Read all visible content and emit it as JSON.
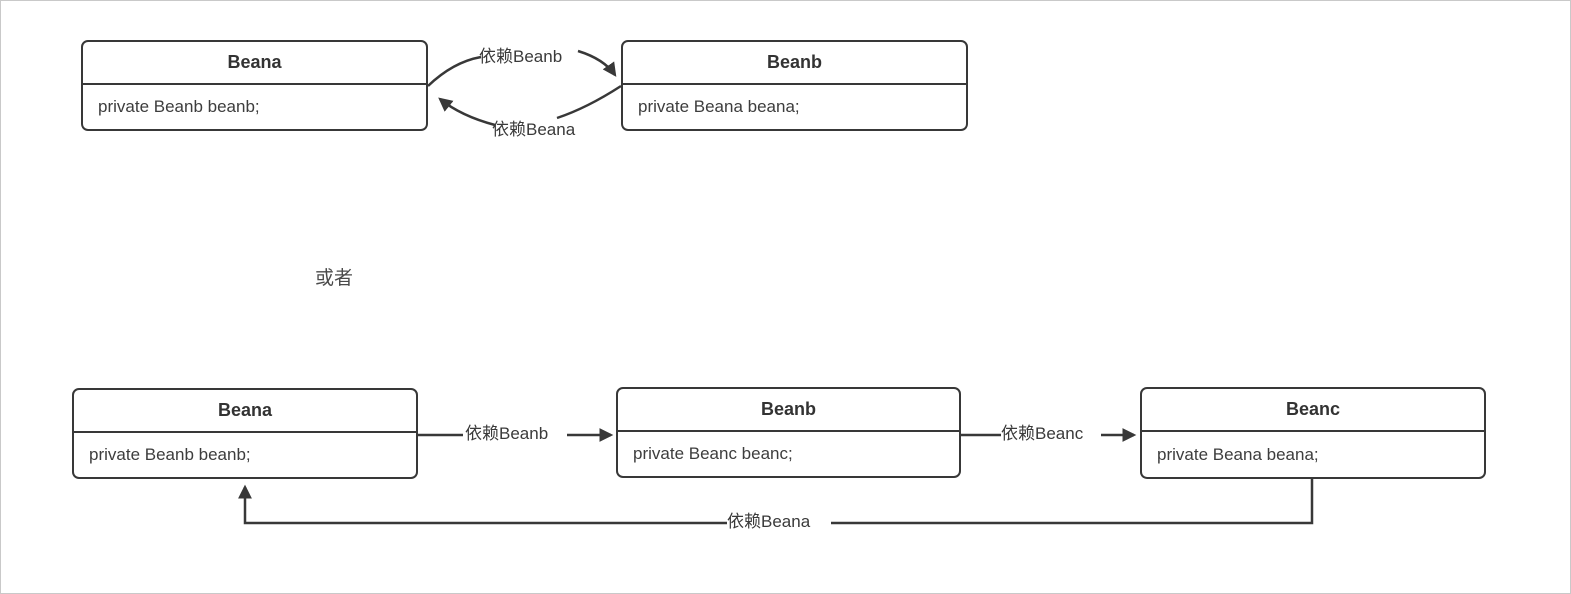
{
  "diagram": {
    "kind": "bean-circular-dependency",
    "colors": {
      "box_border": "#383838",
      "line": "#383838",
      "title_text": "#333333",
      "field_text": "#3d3d3d",
      "label_text": "#3a3a3a",
      "frame": "#c9c9c9",
      "background": "#ffffff"
    },
    "top_section": {
      "beana": {
        "title": "Beana",
        "field": "private Beanb beanb;"
      },
      "beanb": {
        "title": "Beanb",
        "field": "private Beana beana;"
      },
      "arrow_a_to_b_label": "依赖Beanb",
      "arrow_b_to_a_label": "依赖Beana"
    },
    "separator_label": "或者",
    "bottom_section": {
      "beana": {
        "title": "Beana",
        "field": "private Beanb beanb;"
      },
      "beanb": {
        "title": "Beanb",
        "field": "private Beanc beanc;"
      },
      "beanc": {
        "title": "Beanc",
        "field": "private Beana beana;"
      },
      "arrow_a_to_b_label": "依赖Beanb",
      "arrow_b_to_c_label": "依赖Beanc",
      "arrow_c_to_a_label": "依赖Beana"
    }
  }
}
